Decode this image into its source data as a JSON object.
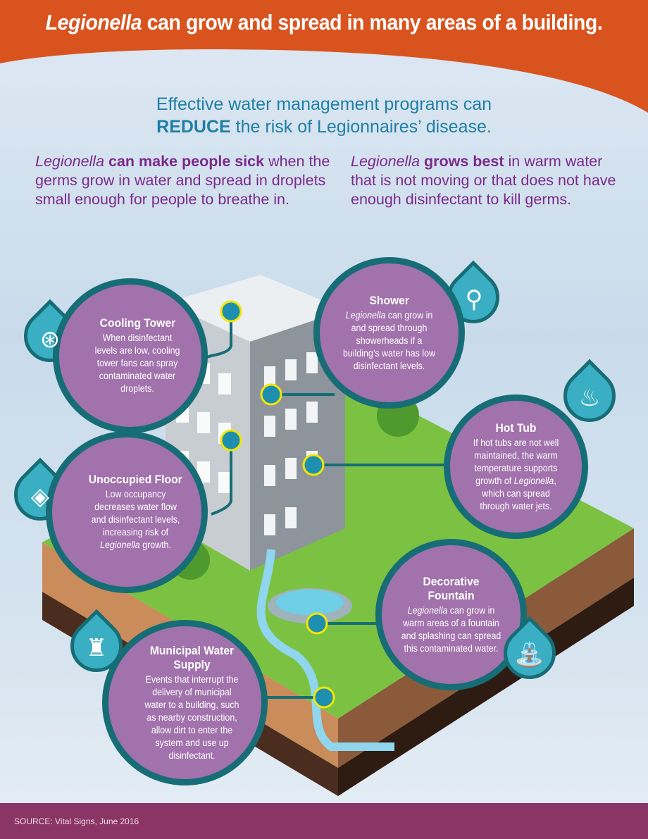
{
  "header": {
    "title_italic": "Legionella",
    "title_rest": " can grow and spread in many areas of a building."
  },
  "subtitle": {
    "line1": "Effective water management programs can",
    "line2_bold": "REDUCE",
    "line2_rest": " the risk of Legionnaires’ disease."
  },
  "left_text": {
    "italic": "Legionella",
    "bold": " can make people sick",
    "rest": " when the germs grow in water and spread in droplets small enough for people to breathe in."
  },
  "right_text": {
    "italic": "Legionella",
    "bold": " grows best",
    "rest": " in warm water that is not moving or that does not have enough disinfectant to kill germs."
  },
  "callouts": {
    "cooling_tower": {
      "title": "Cooling Tower",
      "text": "When disinfectant levels are low, cooling tower fans can spray contaminated water droplets.",
      "icon": "fan-icon"
    },
    "shower": {
      "title": "Shower",
      "italic": "Legionella",
      "text": " can grow in and spread through showerheads if a building’s water has low disinfectant levels.",
      "icon": "showerhead-icon"
    },
    "hot_tub": {
      "title": "Hot Tub",
      "text": "If hot tubs are not well maintained, the warm temperature supports growth of ",
      "italic": "Legionella",
      "text2": ", which can spread through water jets.",
      "icon": "hot-tub-icon"
    },
    "unoccupied_floor": {
      "title": "Unoccupied Floor",
      "text": "Low occupancy decreases water flow and disinfectant levels, increasing risk of ",
      "italic": "Legionella",
      "text2": " growth.",
      "icon": "floor-tiles-icon"
    },
    "fountain": {
      "title": "Decorative Fountain",
      "italic": "Legionella",
      "text": " can grow in warm areas of a fountain and splashing can spread this contaminated water.",
      "icon": "fountain-icon"
    },
    "municipal": {
      "title": "Municipal Water Supply",
      "text": "Events that interrupt the delivery of municipal water to a building, such as nearby construction, allow dirt to enter the system and use up disinfectant.",
      "icon": "water-tower-icon"
    }
  },
  "footer": {
    "source": "SOURCE: Vital Signs, June 2016"
  },
  "colors": {
    "banner": "#d9531e",
    "teal_text": "#1f7fa6",
    "purple_text": "#7b2a8c",
    "circle_fill": "#a272ad",
    "circle_border": "#176d76",
    "drop": "#3aaec3",
    "footer": "#8a3566",
    "marker": "#f2e600"
  }
}
